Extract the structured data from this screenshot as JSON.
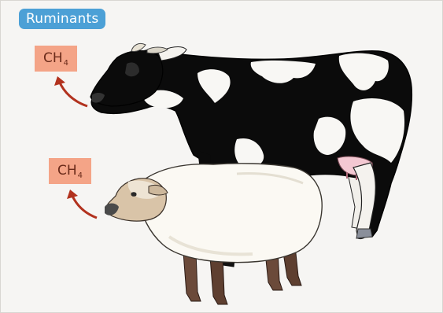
{
  "title": "Ruminants",
  "labels": {
    "cow_gas": {
      "main": "CH",
      "sub": "4"
    },
    "sheep_gas": {
      "main": "CH",
      "sub": "4"
    }
  },
  "colors": {
    "badge": "#4ca0d6",
    "gas_box": "#f4a487",
    "arrow": "#b2321e",
    "cow_black": "#0a0a0a",
    "sheep_wool": "#fbf9f3"
  },
  "illustrations": [
    "cow-illustration",
    "sheep-illustration"
  ]
}
